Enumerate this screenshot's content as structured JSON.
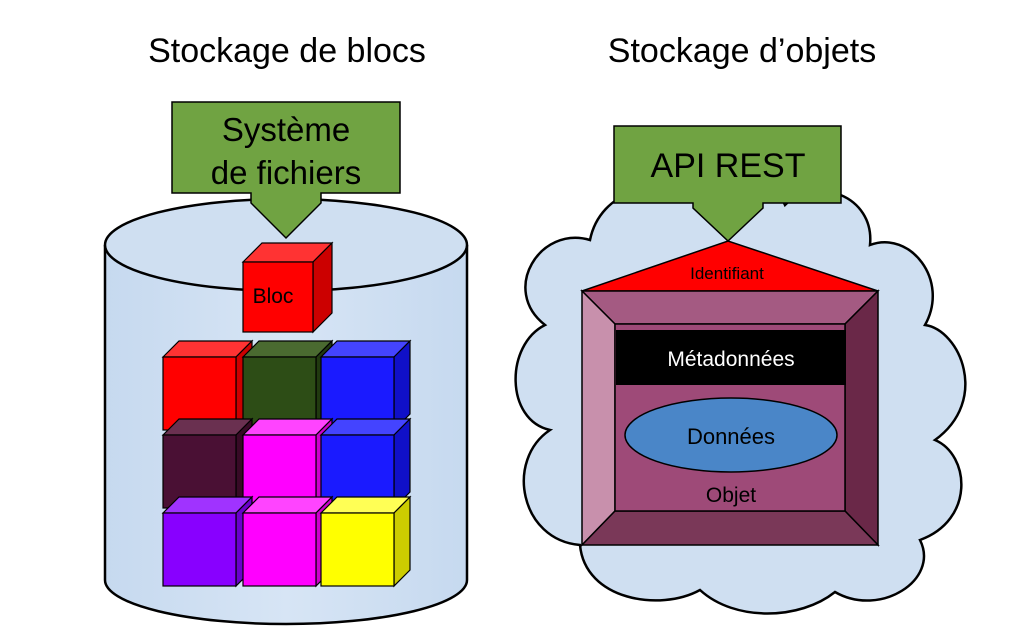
{
  "block_storage": {
    "title": "Stockage de blocs",
    "arrow_label_line1": "Système",
    "arrow_label_line2": "de fichiers",
    "block_label": "Bloc"
  },
  "object_storage": {
    "title": "Stockage d’objets",
    "arrow_label": "API REST",
    "identifier_label": "Identifiant",
    "metadata_label": "Métadonnées",
    "data_label": "Données",
    "object_label": "Objet"
  },
  "colors": {
    "cylinder_fill": "#cfdff1",
    "cloud_fill": "#cfdff1",
    "arrow_fill": "#70a342",
    "identifier_fill": "#ff0000",
    "object_face": "#9e4a78",
    "object_left": "#c890ac",
    "object_right": "#6a2848",
    "object_top": "#a45a82",
    "object_bottom": "#7a3858",
    "metadata_fill": "#000000",
    "data_fill": "#4a86c8"
  }
}
